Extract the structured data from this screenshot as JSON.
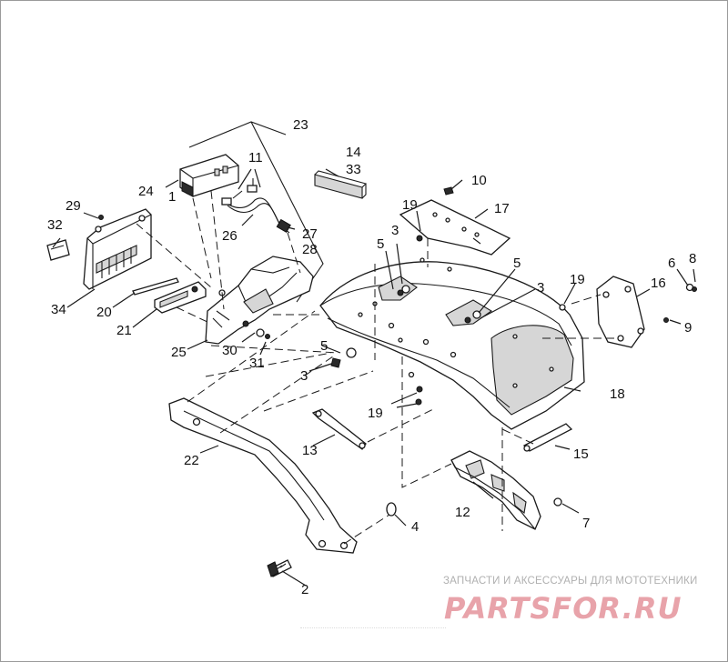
{
  "callouts": {
    "c1": "1",
    "c2": "2",
    "c3a": "3",
    "c3b": "3",
    "c3c": "3",
    "c4": "4",
    "c5a": "5",
    "c5b": "5",
    "c5c": "5",
    "c6": "6",
    "c7": "7",
    "c8": "8",
    "c9": "9",
    "c10": "10",
    "c11": "11",
    "c12": "12",
    "c13": "13",
    "c14": "14",
    "c15": "15",
    "c16": "16",
    "c17": "17",
    "c18": "18",
    "c19a": "19",
    "c19b": "19",
    "c19c": "19",
    "c20": "20",
    "c21": "21",
    "c22": "22",
    "c23": "23",
    "c24": "24",
    "c25": "25",
    "c26": "26",
    "c27": "27",
    "c28": "28",
    "c29": "29",
    "c30": "30",
    "c31": "31",
    "c32": "32",
    "c33": "33",
    "c34": "34"
  },
  "watermark": {
    "tagline": "ЗАПЧАСТИ И АКСЕССУАРЫ ДЛЯ МОТОТЕХНИКИ",
    "logo": "PARTSFOR.RU"
  }
}
